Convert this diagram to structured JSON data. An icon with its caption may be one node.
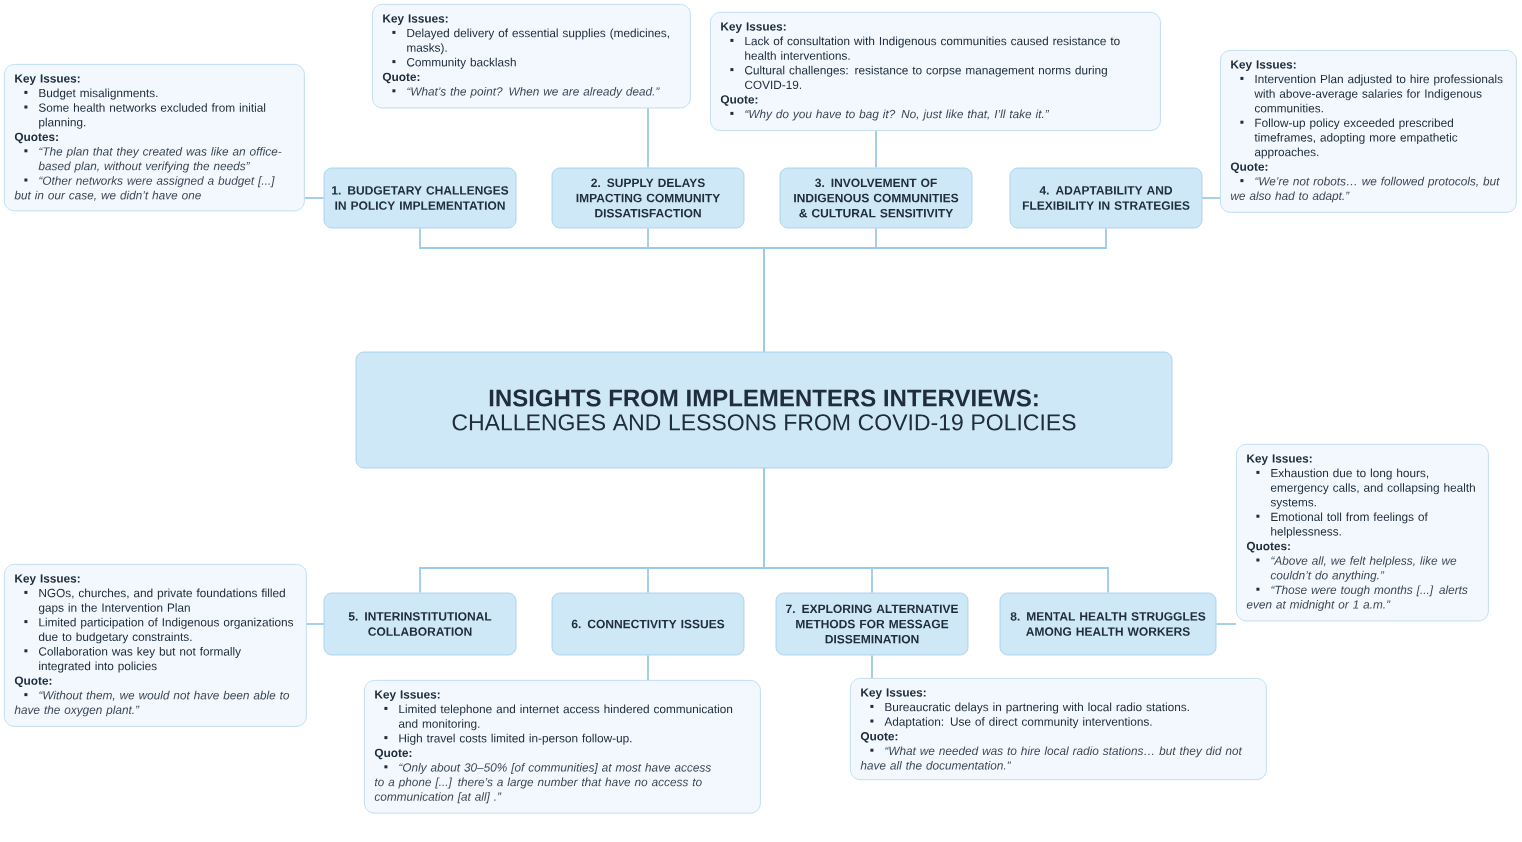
{
  "diagram": {
    "nodes": [
      {
        "text": [
          "INSIGHTS FROM IMPLEMENTERS INTERVIEWS:",
          "CHALLENGES AND LESSONS FROM COVID-19 POLICIES"
        ]
      },
      {
        "text": [
          "1. BUDGETARY CHALLENGES IN POLICY IMPLEMENTATION"
        ]
      },
      {
        "text": [
          "2. SUPPLY DELAYS IMPACTING COMMUNITY DISSATISFACTION"
        ]
      },
      {
        "text": [
          "3. INVOLVEMENT OF INDIGENOUS COMMUNITIES & CULTURAL SENSITIVITY"
        ]
      },
      {
        "text": [
          "4. ADAPTABILITY AND FLEXIBILITY IN STRATEGIES"
        ]
      },
      {
        "text": [
          "5. INTERINSTITUTIONAL COLLABORATION"
        ]
      },
      {
        "text": [
          "6. CONNECTIVITY ISSUES"
        ]
      },
      {
        "text": [
          "7. EXPLORING ALTERNATIVE METHODS FOR MESSAGE DISSEMINATION"
        ]
      },
      {
        "text": [
          "8. MENTAL HEALTH STRUGGLES AMONG HEALTH WORKERS"
        ]
      },
      {
        "text": [
          "Key Issues:",
          "Budget misalignments.",
          "Some health networks excluded from initial planning.",
          "Quotes:",
          "“The plan that they created was like an office-based plan, without verifying the needs”",
          "“Other networks were assigned a budget [...] but in our case, we didn’t have one"
        ]
      },
      {
        "text": [
          "Key Issues:",
          "Delayed delivery of essential supplies (medicines, masks).",
          "Community backlash",
          "Quote:",
          "“What’s the point? When we are already dead.”"
        ]
      },
      {
        "text": [
          "Key Issues:",
          "Lack of consultation with Indigenous communities caused resistance to health interventions.",
          "Cultural challenges: resistance to corpse management norms during COVID-19.",
          "Quote:",
          "“Why do you have to bag it? No, just like that, I’ll take it.”"
        ]
      },
      {
        "text": [
          "Key Issues:",
          "Intervention Plan adjusted to hire professionals with above-average salaries for Indigenous communities.",
          "Follow-up policy exceeded prescribed timeframes, adopting more empathetic approaches.",
          "Quote:",
          "“We’re not robots… we followed protocols, but we also had to adapt.”"
        ]
      },
      {
        "text": [
          "Key Issues:",
          "NGOs, churches, and private foundations filled gaps in the Intervention Plan",
          "Limited participation of Indigenous organizations due to budgetary constraints.",
          "Collaboration was key but not formally integrated into policies",
          "Quote:",
          "“Without them, we would not have been able to have the oxygen plant.”"
        ]
      },
      {
        "text": [
          "Key Issues:",
          "Limited telephone and internet access hindered communication and monitoring.",
          "High travel costs limited in-person follow-up.",
          "Quote:",
          "“Only about 30–50% [of communities] at most have access to a phone [...] there’s a large number that have no access to communication [at all] .”"
        ]
      },
      {
        "text": [
          "Key Issues:",
          "Bureaucratic delays in partnering with local radio stations.",
          "Adaptation: Use of direct community interventions.",
          "Quote:",
          "“What we needed was to hire local radio stations… but they did not have all the documentation.”"
        ]
      },
      {
        "text": [
          "Key Issues:",
          "Exhaustion due to long hours, emergency calls, and collapsing health systems.",
          "Emotional toll from feelings of helplessness.",
          "Quotes:",
          "“Above all, we felt helpless, like we couldn’t do anything.”",
          "“Those were tough months [...] alerts even at midnight or 1 a.m.”"
        ]
      }
    ],
    "edges": [
      {
        "from": 0,
        "to": 1,
        "arrow": "none"
      },
      {
        "from": 0,
        "to": 2,
        "arrow": "none"
      },
      {
        "from": 0,
        "to": 3,
        "arrow": "none"
      },
      {
        "from": 0,
        "to": 4,
        "arrow": "none"
      },
      {
        "from": 0,
        "to": 5,
        "arrow": "none"
      },
      {
        "from": 0,
        "to": 6,
        "arrow": "none"
      },
      {
        "from": 0,
        "to": 7,
        "arrow": "none"
      },
      {
        "from": 0,
        "to": 8,
        "arrow": "none"
      },
      {
        "from": 1,
        "to": 9,
        "arrow": "none"
      },
      {
        "from": 2,
        "to": 10,
        "arrow": "none"
      },
      {
        "from": 3,
        "to": 11,
        "arrow": "none"
      },
      {
        "from": 4,
        "to": 12,
        "arrow": "none"
      },
      {
        "from": 5,
        "to": 13,
        "arrow": "none"
      },
      {
        "from": 6,
        "to": 14,
        "arrow": "none"
      },
      {
        "from": 7,
        "to": 15,
        "arrow": "none"
      },
      {
        "from": 8,
        "to": 16,
        "arrow": "none"
      }
    ]
  }
}
